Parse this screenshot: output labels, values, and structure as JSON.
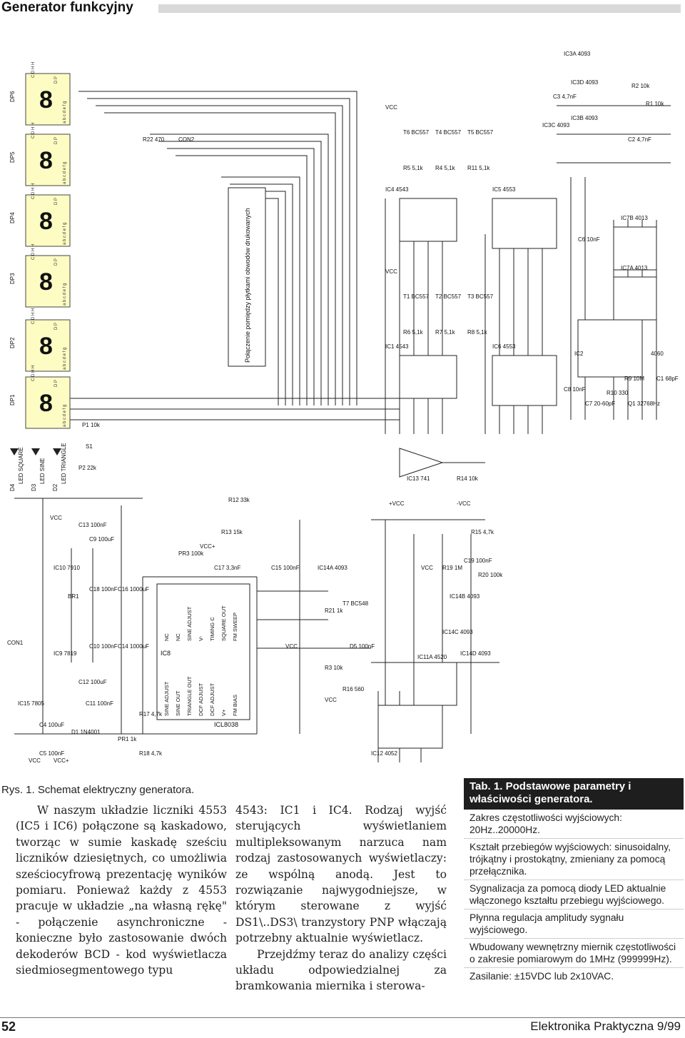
{
  "header": {
    "title": "Generator funkcyjny"
  },
  "schematic": {
    "displays": [
      "DP1",
      "DP2",
      "DP3",
      "DP4",
      "DP5",
      "DP6"
    ],
    "display_pin_top": "C D H H",
    "display_pin_bottom": "a b c d e f g",
    "display_dp": "D P",
    "board_note": "Połączenie pomiędzy płytkami obwodów drukowanych",
    "leds": [
      {
        "ref": "D4",
        "label": "LED SQUARE"
      },
      {
        "ref": "D3",
        "label": "LED SINE"
      },
      {
        "ref": "D2",
        "label": "LED TRIANGLE"
      }
    ],
    "labels": {
      "p1": "P1 10k",
      "p2": "P2 22k",
      "s1": "S1",
      "r22": "R22 470",
      "con2": "CON2",
      "ic4": "IC4 4543",
      "ic1": "IC1 4543",
      "ic5": "IC5 4553",
      "ic6": "IC6 4553",
      "t6": "T6 BC557",
      "t4": "T4 BC557",
      "t5": "T5 BC557",
      "t1": "T1 BC557",
      "t2": "T2 BC557",
      "t3": "T3 BC557",
      "r5": "R5 5,1k",
      "r4": "R4 5,1k",
      "r11": "R11 5,1k",
      "r6": "R6 5,1k",
      "r7": "R7 5,1k",
      "r8": "R8 5,1k",
      "ic3a": "IC3A 4093",
      "ic3b": "IC3B 4093",
      "ic3c": "IC3C 4093",
      "ic3d": "IC3D 4093",
      "c3": "C3 4,7nF",
      "r2": "R2 10k",
      "r1": "R1 10k",
      "c2": "C2 4,7nF",
      "ic7a": "IC7A 4013",
      "ic7b": "IC7B 4013",
      "c6": "C6 10nF",
      "ic2": "IC2",
      "ic2_type": "4060",
      "c8": "C8 10nF",
      "c7": "C7 20-60pF",
      "r10": "R10 330",
      "r9": "R9 10M",
      "q1": "Q1 32768Hz",
      "c1": "C1 68pF",
      "vcc": "VCC",
      "vccp": "VCC+",
      "vccm": "-VCC",
      "pvcc": "+VCC",
      "con1": "CON1",
      "br1": "BR1",
      "ic15": "IC15 7805",
      "ic9": "IC9 7819",
      "ic10": "IC10 7910",
      "c4": "C4 100uF",
      "c5": "C5 100nF",
      "c12": "C12 100uF",
      "c10": "C10 100nF",
      "c11": "C11 100nF",
      "c14": "C14 1000uF",
      "c18": "C18 100nF",
      "c16": "C16 1000uF",
      "c13": "C13 100nF",
      "c9": "C9 100uF",
      "d1": "D1 1N4001",
      "pr1": "PR1 1k",
      "r17": "R17 4,7k",
      "r18": "R18 4,7k",
      "ic8": "IC8",
      "ic8_type": "ICL8038",
      "pin_left": [
        "SINE ADJUST",
        "SINE OUT",
        "TRIANGLE OUT",
        "DCF ADJUST",
        "DCF ADJUST",
        "V+",
        "FM BIAS"
      ],
      "pin_right": [
        "NC",
        "NC",
        "SINE ADJUST",
        "V-",
        "TIMING C",
        "SQUARE OUT",
        "FM SWEEP"
      ],
      "pr3": "PR3 100k",
      "r13": "R13 15k",
      "r12": "R12 33k",
      "c17": "C17 3,3nF",
      "c15": "C15 100nF",
      "ic13": "IC13 741",
      "r14": "R14 10k",
      "r15": "R15 4,7k",
      "ic14a": "IC14A 4093",
      "ic14b": "IC14B 4093",
      "ic14c": "IC14C 4093",
      "ic14d": "IC14D 4093",
      "ic11a": "IC11A 4520",
      "ic12": "IC12 4052",
      "r21": "R21 1k",
      "r3": "R3 10k",
      "t7": "T7 BC548",
      "r16": "R16 560",
      "r19": "R19 1M",
      "c19": "C19 100nF",
      "r20": "R20 100k",
      "d5": "D5 100nF"
    }
  },
  "caption": "Rys. 1. Schemat elektryczny generatora.",
  "column1": "W naszym układzie liczniki 4553 (IC5 i IC6) połączone są kaskadowo, tworząc w sumie kaskadę sześciu liczników dziesiętnych, co umożliwia sześciocyfrową prezentację wyników pomiaru. Ponieważ każdy z 4553 pracuje w układzie „na własną rękę\" - połączenie asynchroniczne - konieczne było zastosowanie dwóch dekoderów BCD - kod wyświetlacza siedmiosegmentowego typu",
  "column2": [
    "4543: IC1 i IC4. Rodzaj wyjść sterujących wyświetlaniem multipleksowanym narzuca nam rodzaj zastosowanych wyświetlaczy: ze wspólną anodą. Jest to rozwiązanie najwygodniejsze, w którym sterowane z wyjść DS1\\..DS3\\ tranzystory PNP włączają potrzebny aktualnie wyświetlacz.",
    "Przejdźmy teraz do analizy części układu odpowiedzialnej za bramkowania miernika i sterowa-"
  ],
  "table": {
    "title": "Tab. 1. Podstawowe parametry i właściwości generatora.",
    "rows": [
      "Zakres częstotliwości wyjściowych: 20Hz..20000Hz.",
      "Kształt przebiegów wyjściowych: sinusoidalny, trójkątny i prostokątny, zmieniany za pomocą przełącznika.",
      "Sygnalizacja za pomocą diody LED aktualnie włączonego kształtu przebiegu wyjściowego.",
      "Płynna regulacja amplitudy sygnału wyjściowego.",
      "Wbudowany wewnętrzny miernik częstotliwości o zakresie pomiarowym do 1MHz (999999Hz).",
      "Zasilanie: ±15VDC lub 2x10VAC."
    ]
  },
  "footer": {
    "page": "52",
    "magazine": "Elektronika Praktyczna 9/99"
  }
}
